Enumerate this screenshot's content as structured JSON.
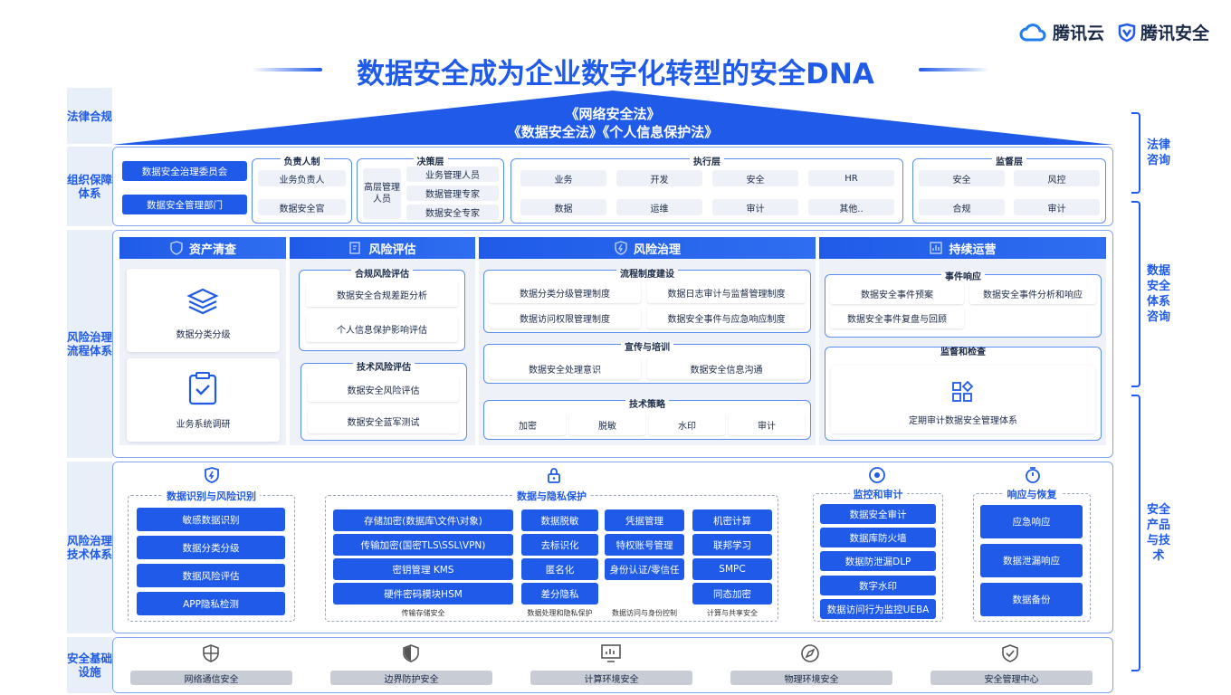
{
  "logos": {
    "cloud": "腾讯云",
    "security": "腾讯安全"
  },
  "title": "数据安全成为企业数字化转型的安全DNA",
  "left_labels": {
    "law": "法律合规",
    "org": "组织保障体系",
    "process": "风险治理流程体系",
    "tech": "风险治理技术体系",
    "infra": "安全基础设施"
  },
  "right_labels": {
    "law": "法律咨询",
    "consult": "数据安全体系咨询",
    "product": "安全产品与技术"
  },
  "roof": {
    "line1": "《网络安全法》",
    "line2": "《数据安全法》《个人信息保护法》"
  },
  "org": {
    "committee": "数据安全治理委员会",
    "dept": "数据安全管理部门",
    "owner_title": "负责人制",
    "owner_items": [
      "业务负责人",
      "数据安全官"
    ],
    "decision_title": "决策层",
    "decision_left": "高层管理人员",
    "decision_items": [
      "业务管理人员",
      "数据管理专家",
      "数据安全专家"
    ],
    "exec_title": "执行层",
    "exec_items": [
      "业务",
      "开发",
      "安全",
      "HR",
      "数据",
      "运维",
      "审计",
      "其他.."
    ],
    "supervise_title": "监督层",
    "supervise_items": [
      "安全",
      "风控",
      "合规",
      "审计"
    ]
  },
  "process": {
    "asset_title": "资产清查",
    "asset_items": [
      "数据分类分级",
      "业务系统调研"
    ],
    "risk_title": "风险评估",
    "compliance_title": "合规风险评估",
    "compliance_items": [
      "数据安全合规差距分析",
      "个人信息保护影响评估"
    ],
    "techrisk_title": "技术风险评估",
    "techrisk_items": [
      "数据安全风险评估",
      "数据安全蓝军测试"
    ],
    "gov_title": "风险治理",
    "flow_title": "流程制度建设",
    "flow_items": [
      "数据分类分级管理制度",
      "数据日志审计与监督管理制度",
      "数据访问权限管理制度",
      "数据安全事件与应急响应制度"
    ],
    "train_title": "宣传与培训",
    "train_items": [
      "数据安全处理意识",
      "数据安全信息沟通"
    ],
    "strategy_title": "技术策略",
    "strategy_items": [
      "加密",
      "脱敏",
      "水印",
      "审计"
    ],
    "ops_title": "持续运营",
    "event_title": "事件响应",
    "event_items": [
      "数据安全事件预案",
      "数据安全事件分析和响应",
      "数据安全事件复盘与回顾"
    ],
    "check_title": "监督和检查",
    "check_item": "定期审计数据安全管理体系"
  },
  "tech": {
    "identify_title": "数据识别与风险识别",
    "identify_items": [
      "敏感数据识别",
      "数据分类分级",
      "数据风险评估",
      "APP隐私检测"
    ],
    "privacy_title": "数据与隐私保护",
    "col1": [
      "存储加密(数据库\\文件\\对象)",
      "传输加密(国密TLS\\SSL\\VPN)",
      "密钥管理 KMS",
      "硬件密码模块HSM"
    ],
    "col1_cap": "传输存储安全",
    "col2": [
      "数据脱敏",
      "去标识化",
      "匿名化",
      "差分隐私"
    ],
    "col2_cap": "数据处理和隐私保护",
    "col3": [
      "凭据管理",
      "特权账号管理",
      "身份认证/零信任"
    ],
    "col3_cap": "数据访问与身份控制",
    "col4": [
      "机密计算",
      "联邦学习",
      "SMPC",
      "同态加密"
    ],
    "col4_cap": "计算与共享安全",
    "audit_title": "监控和审计",
    "audit_items": [
      "数据安全审计",
      "数据库防火墙",
      "数据防泄漏DLP",
      "数字水印",
      "数据访问行为监控UEBA"
    ],
    "resp_title": "响应与恢复",
    "resp_items": [
      "应急响应",
      "数据泄漏响应",
      "数据备份"
    ]
  },
  "infra": [
    "网络通信安全",
    "边界防护安全",
    "计算环境安全",
    "物理环境安全",
    "安全管理中心"
  ],
  "colors": {
    "accent": "#1f5be8",
    "light": "#e9eff8",
    "pill": "#eef2f8"
  }
}
